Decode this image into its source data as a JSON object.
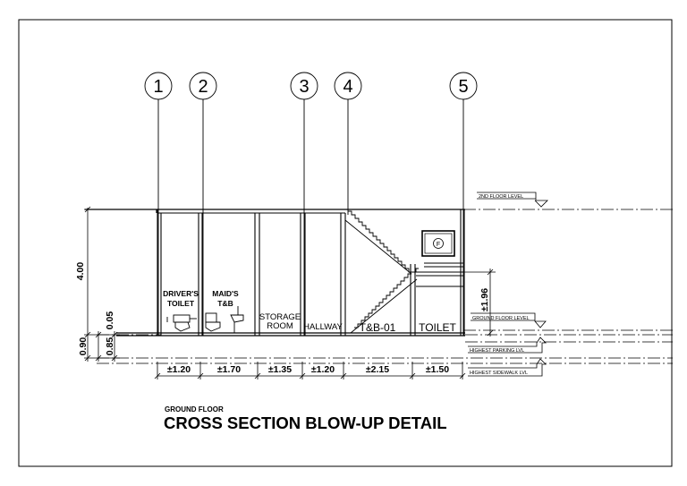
{
  "grid_labels": [
    "1",
    "2",
    "3",
    "4",
    "5"
  ],
  "rooms": [
    {
      "line1": "DRIVER'S",
      "line2": "TOILET"
    },
    {
      "line1": "MAID'S",
      "line2": "T&B"
    },
    {
      "line1": "STORAGE",
      "line2": "ROOM"
    },
    {
      "line1": "HALLWAY",
      "line2": ""
    },
    {
      "line1": "T&B-01",
      "line2": ""
    },
    {
      "line1": "TOILET",
      "line2": ""
    }
  ],
  "fe_symbol": "F",
  "room_widths": [
    "±1.20",
    "±1.70",
    "±1.35",
    "±1.20",
    "±2.15",
    "±1.50"
  ],
  "heights": {
    "total": "4.00",
    "upper_step": "0.05",
    "parking_to_floor": "0.85",
    "sidewalk_to_floor": "0.90",
    "landing": "±1.96"
  },
  "levels": [
    "2ND FLOOR LEVEL",
    "GROUND FLOOR LEVEL",
    "HIGHEST PARKING LVL",
    "HIGHEST SIDEWALK LVL"
  ],
  "title": {
    "subtitle": "GROUND FLOOR",
    "main": "CROSS SECTION BLOW-UP DETAIL"
  }
}
